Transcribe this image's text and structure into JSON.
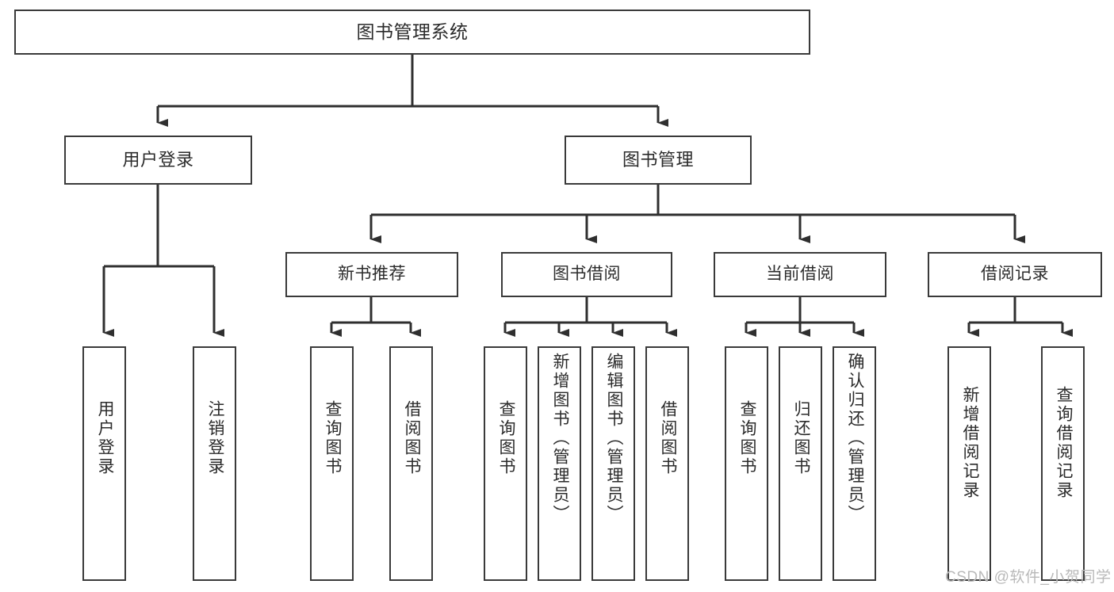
{
  "diagram": {
    "title": "图书管理系统",
    "type": "hierarchy-tree",
    "colors": {
      "box_border": "#3a3a3a",
      "box_fill": "#ffffff",
      "text": "#2b2b2b",
      "connector": "#2f2f2f",
      "watermark": "#b9b9b9"
    },
    "nodes": {
      "root": {
        "label": "图书管理系统"
      },
      "level1": [
        {
          "label": "用户登录"
        },
        {
          "label": "图书管理"
        }
      ],
      "level2": [
        {
          "label": "新书推荐"
        },
        {
          "label": "图书借阅"
        },
        {
          "label": "当前借阅"
        },
        {
          "label": "借阅记录"
        }
      ],
      "leaves": {
        "user_login": [
          {
            "label": "用户登录"
          },
          {
            "label": "注销登录"
          }
        ],
        "new_book_recommend": [
          {
            "label": "查询图书"
          },
          {
            "label": "借阅图书"
          }
        ],
        "book_borrow": [
          {
            "label": "查询图书"
          },
          {
            "label": "新增图书（管理员）"
          },
          {
            "label": "编辑图书（管理员）"
          },
          {
            "label": "借阅图书"
          }
        ],
        "current_borrow": [
          {
            "label": "查询图书"
          },
          {
            "label": "归还图书"
          },
          {
            "label": "确认归还（管理员）"
          }
        ],
        "borrow_record": [
          {
            "label": "新增借阅记录"
          },
          {
            "label": "查询借阅记录"
          }
        ]
      }
    },
    "watermark": "CSDN @软件_小贺同学"
  }
}
